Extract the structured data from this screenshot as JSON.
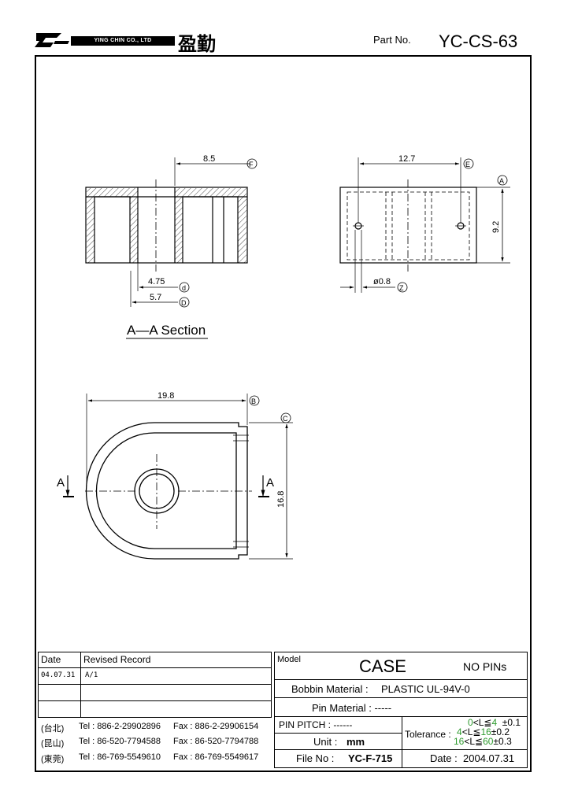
{
  "header": {
    "company_en": "YING CHIN CO., LTD",
    "company_cn": "盈勤",
    "part_no_label": "Part No.",
    "part_no": "YC-CS-63"
  },
  "drawing": {
    "section_title": "A—A Section",
    "section_dims": {
      "d85": "8.5",
      "mark_f": "F",
      "d475": "4.75",
      "mark_d_small": "d",
      "d57": "5.7",
      "mark_d": "D"
    },
    "side_dims": {
      "d127": "12.7",
      "mark_e": "E",
      "d92": "9.2",
      "mark_a": "A",
      "d08": "ø0.8",
      "mark_z": "Z"
    },
    "top_dims": {
      "d198": "19.8",
      "mark_b": "B",
      "d168": "16.8",
      "mark_c": "C",
      "section_a_left": "A",
      "section_a_right": "A"
    }
  },
  "revision": {
    "header_date": "Date",
    "header_record": "Revised Record",
    "rows": [
      {
        "date": "04.07.31",
        "record": "A/1"
      },
      {
        "date": "",
        "record": ""
      },
      {
        "date": "",
        "record": ""
      }
    ]
  },
  "contacts": [
    {
      "region": "(台北)",
      "tel": "Tel : 886-2-29902896",
      "fax": "Fax : 886-2-29906154"
    },
    {
      "region": "(昆山)",
      "tel": "Tel : 86-520-7794588",
      "fax": "Fax : 86-520-7794788"
    },
    {
      "region": "(東莞)",
      "tel": "Tel : 86-769-5549610",
      "fax": "Fax : 86-769-5549617"
    }
  ],
  "titleblock": {
    "model_label": "Model",
    "model": "CASE",
    "pins": "NO PINs",
    "bobbin_label": "Bobbin  Material :",
    "bobbin": "PLASTIC UL-94V-0",
    "pin_material": "Pin  Material : -----",
    "pitch": "PIN  PITCH : ------",
    "unit_label": "Unit :",
    "unit": "mm",
    "tolerance_label": "Tolerance :",
    "tol_lines": [
      {
        "range_a": "0",
        "range_b": "4",
        "tol": "±0.1"
      },
      {
        "range_a": "4",
        "range_b": "16",
        "tol": "±0.2"
      },
      {
        "range_a": "16",
        "range_b": "60",
        "tol": "±0.3"
      }
    ],
    "file_label": "File  No :",
    "file": "YC-F-715",
    "date_label": "Date :",
    "date": "2004.07.31"
  }
}
